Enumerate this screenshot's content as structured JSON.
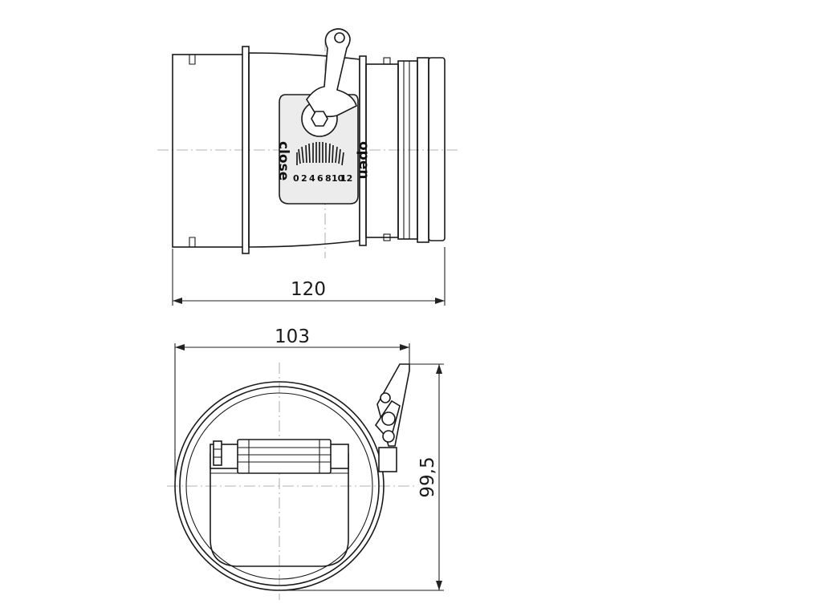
{
  "drawing": {
    "side_view": {
      "damper_label_close": "close",
      "damper_label_open": "open",
      "scale_numbers": [
        "0",
        "2",
        "4",
        "6",
        "8",
        "10",
        "12"
      ],
      "length_dimension": "120"
    },
    "front_view": {
      "width_dimension": "103",
      "height_dimension": "99,5"
    }
  }
}
